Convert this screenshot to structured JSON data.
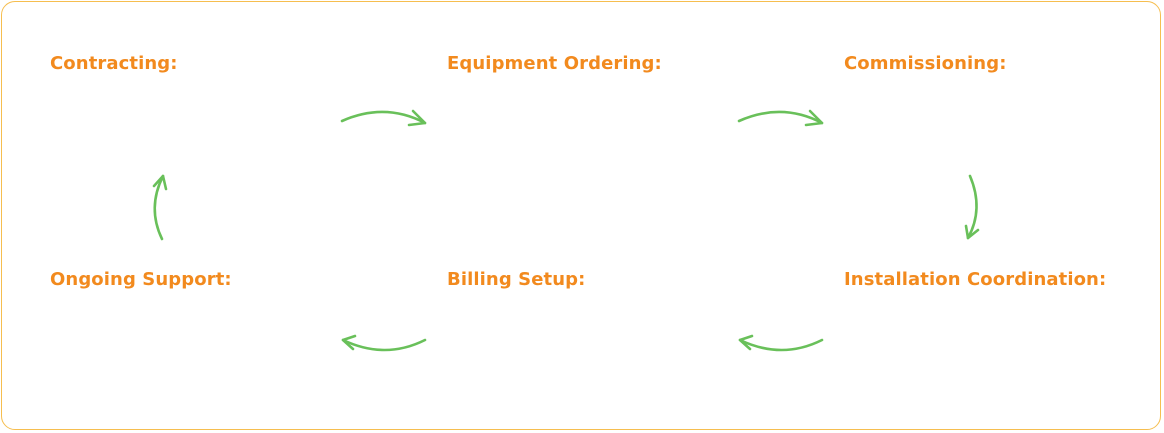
{
  "colors": {
    "label": "#F28A1E",
    "arrow": "#69C05A",
    "border": "#F6BE4F",
    "background": "#FFFFFF"
  },
  "steps": {
    "contracting": "Contracting:",
    "equipment_ordering": "Equipment Ordering:",
    "commissioning": "Commissioning:",
    "installation_coordination": "Installation Coordination:",
    "billing_setup": "Billing Setup:",
    "ongoing_support": "Ongoing Support:"
  },
  "flow": [
    {
      "from": "Contracting:",
      "to": "Equipment Ordering:",
      "arrow_icon": "curved-arrow-right-icon"
    },
    {
      "from": "Equipment Ordering:",
      "to": "Commissioning:",
      "arrow_icon": "curved-arrow-right-icon"
    },
    {
      "from": "Commissioning:",
      "to": "Installation Coordination:",
      "arrow_icon": "curved-arrow-down-icon"
    },
    {
      "from": "Installation Coordination:",
      "to": "Billing Setup:",
      "arrow_icon": "curved-arrow-left-icon"
    },
    {
      "from": "Billing Setup:",
      "to": "Ongoing Support:",
      "arrow_icon": "curved-arrow-left-icon"
    },
    {
      "from": "Ongoing Support:",
      "to": "Contracting:",
      "arrow_icon": "curved-arrow-up-icon"
    }
  ]
}
